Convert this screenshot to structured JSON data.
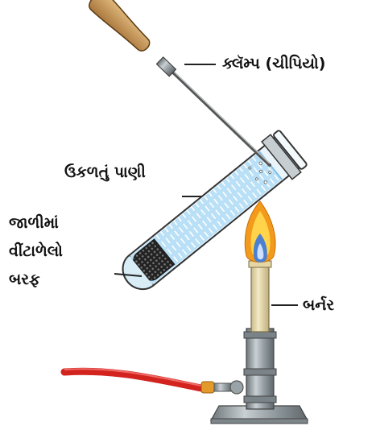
{
  "labels": {
    "clamp": "ક્લૅમ્પ (ચીપિયો)",
    "boiling_water": "ઉકળતું પાણી",
    "ice_line1": "જાળીમાં",
    "ice_line2": "વીંટાળેલો",
    "ice_line3": "બરફ",
    "burner": "બર્નર"
  },
  "colors": {
    "water": "#a9d8f3",
    "water_dark": "#6fb8e6",
    "hose": "#d2231f",
    "flame_outer": "#f39a1d",
    "flame_inner": "#4a7fd1",
    "handle": "#c89b5c",
    "metal": "#9aa3a8",
    "burner_tube": "#eadcae",
    "ice_mesh": "#333333",
    "brass": "#e39a2a"
  }
}
